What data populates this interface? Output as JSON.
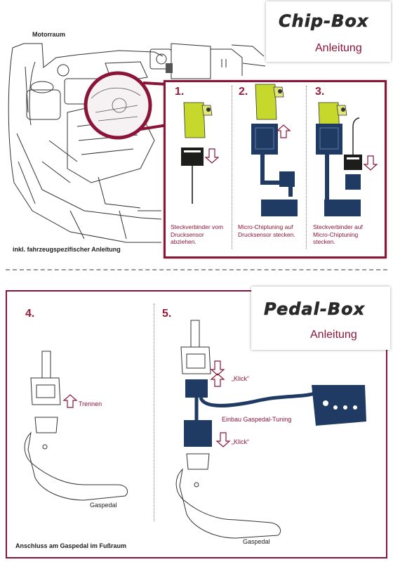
{
  "section_top": {
    "engine_label": "Motorraum",
    "bottom_note": "inkl. fahrzeugspezifischer Anleitung",
    "brand": {
      "name": "Chip-Box",
      "subtitle": "Anleitung"
    },
    "steps": [
      {
        "number": "1.",
        "caption": "Steckverbinder vom Drucksensor abziehen."
      },
      {
        "number": "2.",
        "caption": "Micro-Chiptuning auf Drucksensor stecken."
      },
      {
        "number": "3.",
        "caption": "Steckverbinder auf Micro-Chiptuning stecken."
      }
    ]
  },
  "section_bottom": {
    "brand": {
      "name": "Pedal-Box",
      "subtitle": "Anleitung"
    },
    "step4": {
      "number": "4.",
      "arrow_label": "Trennen",
      "pedal_label": "Gaspedal"
    },
    "step5": {
      "number": "5.",
      "klick_top": "„Klick“",
      "klick_bottom": "„Klick“",
      "module_label": "Einbau Gaspedal-Tuning",
      "pedal_label": "Gaspedal"
    },
    "bottom_note": "Anschluss am Gaspedal im Fußraum"
  },
  "colors": {
    "accent": "#8a1538",
    "navy": "#1f3a63",
    "lime": "#c5d82b"
  }
}
